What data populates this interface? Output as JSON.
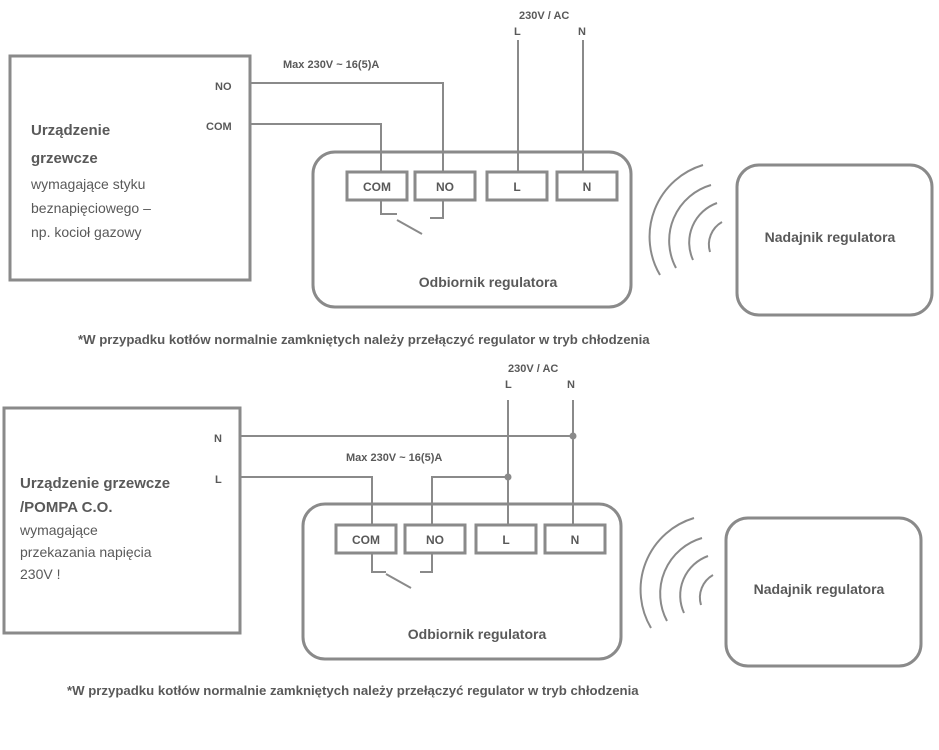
{
  "diagram1": {
    "device_title_line1": "Urządzenie",
    "device_title_line2": "grzewcze",
    "device_desc_line1": "wymagające styku",
    "device_desc_line2": "beznapięciowego –",
    "device_desc_line3": "np. kocioł gazowy",
    "device_term_no": "NO",
    "device_term_com": "COM",
    "max_label": "Max 230V ~ 16(5)A",
    "supply_label": "230V  / AC",
    "supply_l": "L",
    "supply_n": "N",
    "receiver_label": "Odbiornik regulatora",
    "terminals": [
      "COM",
      "NO",
      "L",
      "N"
    ],
    "transmitter_label": "Nadajnik regulatora",
    "note": "*W przypadku kotłów normalnie zamkniętych należy przełączyć regulator w tryb chłodzenia"
  },
  "diagram2": {
    "device_title_line1": "Urządzenie grzewcze",
    "device_title_line2": "/POMPA C.O.",
    "device_desc_line1": "wymagające",
    "device_desc_line2": "przekazania napięcia",
    "device_desc_line3": "230V !",
    "device_term_n": "N",
    "device_term_l": "L",
    "max_label": "Max 230V ~ 16(5)A",
    "supply_label": "230V  / AC",
    "supply_l": "L",
    "supply_n": "N",
    "receiver_label": "Odbiornik regulatora",
    "terminals": [
      "COM",
      "NO",
      "L",
      "N"
    ],
    "transmitter_label": "Nadajnik regulatora",
    "note": "*W przypadku kotłów normalnie zamkniętych należy przełączyć regulator w tryb chłodzenia"
  },
  "colors": {
    "line": "#888888",
    "text": "#595959"
  }
}
